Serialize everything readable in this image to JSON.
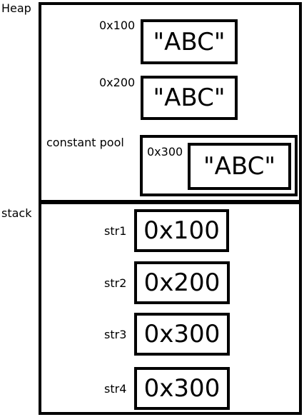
{
  "heap": {
    "label": "Heap",
    "objects": [
      {
        "address": "0x100",
        "value": "\"ABC\""
      },
      {
        "address": "0x200",
        "value": "\"ABC\""
      }
    ],
    "constant_pool": {
      "label": "constant pool",
      "address": "0x300",
      "value": "\"ABC\""
    }
  },
  "stack": {
    "label": "stack",
    "variables": [
      {
        "name": "str1",
        "value": "0x100"
      },
      {
        "name": "str2",
        "value": "0x200"
      },
      {
        "name": "str3",
        "value": "0x300"
      },
      {
        "name": "str4",
        "value": "0x300"
      }
    ]
  }
}
